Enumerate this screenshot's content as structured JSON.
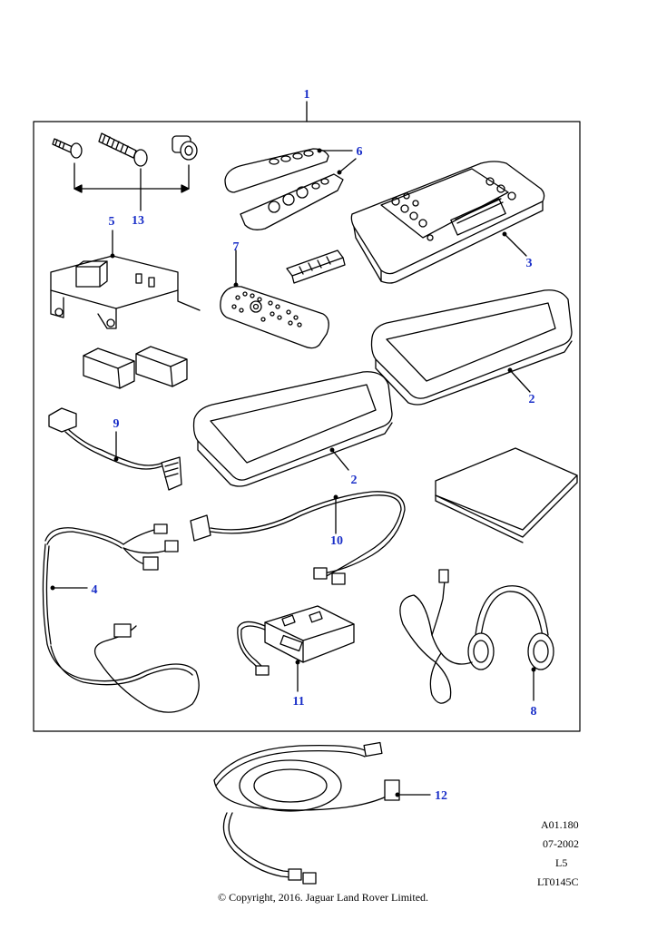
{
  "colors": {
    "callout": "#1a2fc8",
    "line": "#000000",
    "paper": "#ffffff"
  },
  "callouts": {
    "c1": "1",
    "c2a": "2",
    "c2b": "2",
    "c3": "3",
    "c4": "4",
    "c5": "5",
    "c6": "6",
    "c7": "7",
    "c8": "8",
    "c9": "9",
    "c10": "10",
    "c11": "11",
    "c12": "12",
    "c13": "13"
  },
  "meta": {
    "ref": "A01.180",
    "date": "07-2002",
    "level": "L5",
    "code": "LT0145C"
  },
  "copyright": "© Copyright, 2016. Jaguar Land Rover Limited."
}
